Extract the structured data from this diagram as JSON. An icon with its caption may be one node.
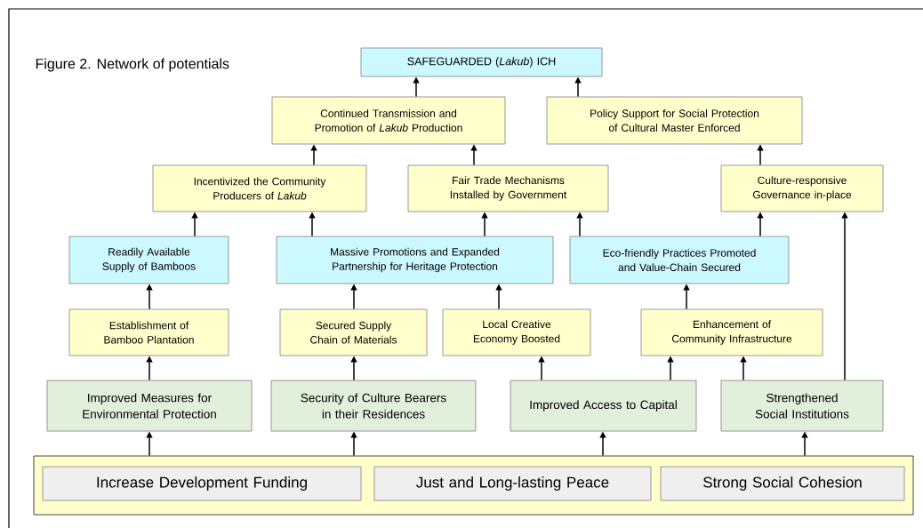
{
  "diagram": {
    "title": "Figure 2. Network of potentials",
    "nodes": [
      {
        "text": [
          "SAFEGUARDED (*Lakub*) ICH"
        ]
      },
      {
        "text": [
          "Continued Transmission and Promotion of *Lakub* Production"
        ]
      },
      {
        "text": [
          "Policy Support for Social Protection of Cultural Master Enforced"
        ]
      },
      {
        "text": [
          "Incentivized the Community Producers of *Lakub*"
        ]
      },
      {
        "text": [
          "Fair Trade Mechanisms Installed by Government"
        ]
      },
      {
        "text": [
          "Culture-responsive Governance in-place"
        ]
      },
      {
        "text": [
          "Readily Available Supply of Bamboos"
        ]
      },
      {
        "text": [
          "Massive Promotions and Expanded Partnership for Heritage Protection"
        ]
      },
      {
        "text": [
          "Eco-friendly Practices Promoted and Value-Chain Secured"
        ]
      },
      {
        "text": [
          "Establishment of Bamboo Plantation"
        ]
      },
      {
        "text": [
          "Secured Supply Chain of Materials"
        ]
      },
      {
        "text": [
          "Local Creative Economy Boosted"
        ]
      },
      {
        "text": [
          "Enhancement of Community Infrastructure"
        ]
      },
      {
        "text": [
          "Improved Measures for Environmental Protection"
        ]
      },
      {
        "text": [
          "Security of Culture Bearers in their Residences"
        ]
      },
      {
        "text": [
          "Improved Access to Capital"
        ]
      },
      {
        "text": [
          "Strengthened Social Institutions"
        ]
      },
      {
        "text": [],
        "shape": "box"
      },
      {
        "text": [
          "Increase Development Funding"
        ],
        "in": 17
      },
      {
        "text": [
          "Just and Long-lasting Peace"
        ],
        "in": 17
      },
      {
        "text": [
          "Strong Social Cohesion"
        ],
        "in": 17
      }
    ],
    "edges": [
      {
        "from": 17,
        "to": 13,
        "arrow": "to"
      },
      {
        "from": 17,
        "to": 14,
        "arrow": "to"
      },
      {
        "from": 17,
        "to": 15,
        "arrow": "to"
      },
      {
        "from": 17,
        "to": 16,
        "arrow": "to"
      },
      {
        "from": 13,
        "to": 9,
        "arrow": "to"
      },
      {
        "from": 9,
        "to": 6,
        "arrow": "to"
      },
      {
        "from": 14,
        "to": 10,
        "arrow": "to"
      },
      {
        "from": 10,
        "to": 7,
        "arrow": "to"
      },
      {
        "from": 15,
        "to": 11,
        "arrow": "to"
      },
      {
        "from": 11,
        "to": 7,
        "arrow": "to"
      },
      {
        "from": 15,
        "to": 12,
        "arrow": "to"
      },
      {
        "from": 16,
        "to": 12,
        "arrow": "to"
      },
      {
        "from": 12,
        "to": 8,
        "arrow": "to"
      },
      {
        "from": 16,
        "to": 5,
        "arrow": "to"
      },
      {
        "from": 6,
        "to": 3,
        "arrow": "to"
      },
      {
        "from": 7,
        "to": 3,
        "arrow": "to"
      },
      {
        "from": 7,
        "to": 4,
        "arrow": "to"
      },
      {
        "from": 8,
        "to": 4,
        "arrow": "to"
      },
      {
        "from": 8,
        "to": 5,
        "arrow": "to"
      },
      {
        "from": 3,
        "to": 1,
        "arrow": "to"
      },
      {
        "from": 4,
        "to": 1,
        "arrow": "to"
      },
      {
        "from": 1,
        "to": 0,
        "arrow": "to"
      },
      {
        "from": 2,
        "to": 0,
        "arrow": "to"
      },
      {
        "from": 5,
        "to": 2,
        "arrow": "to"
      }
    ]
  }
}
